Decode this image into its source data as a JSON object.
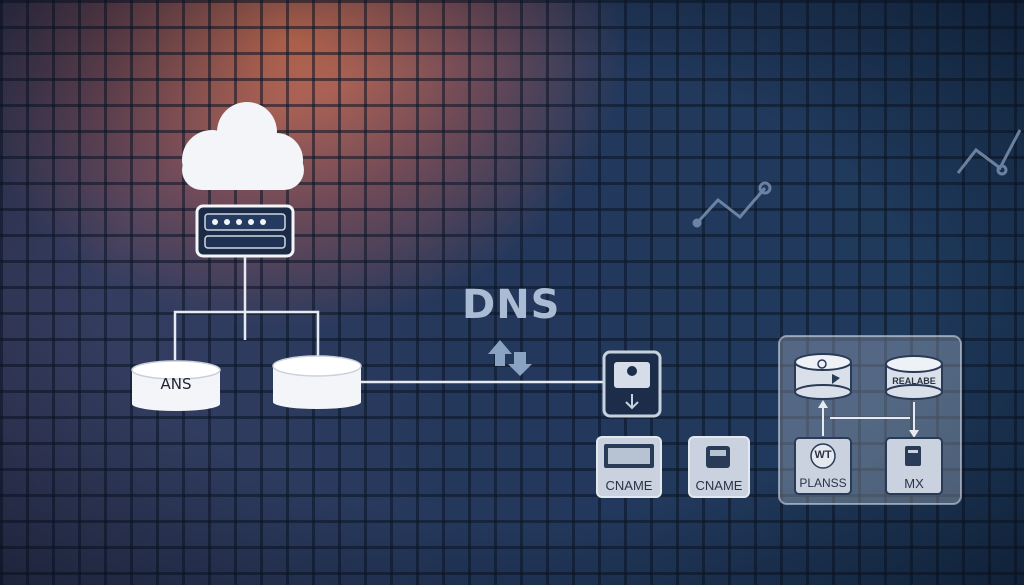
{
  "diagram": {
    "title": "DNS",
    "left_db_label": "ANS",
    "right_db_label": "",
    "cards": [
      {
        "label": "CNAME"
      },
      {
        "label": "CNAME"
      }
    ],
    "panel": {
      "top_right_label": "REALABE",
      "bottom_left_label": "PLANSS",
      "bottom_left_icon_text": "WT",
      "bottom_right_label": "MX"
    }
  },
  "colors": {
    "glow": "#e8785a",
    "background": "#1e3a5c",
    "icon_fill": "#f4f5f8",
    "title": "#a9bcd3"
  },
  "icons": [
    "cloud-icon",
    "server-rack-icon",
    "database-icon",
    "document-icon",
    "trend-line-icon",
    "arrows-icon"
  ]
}
